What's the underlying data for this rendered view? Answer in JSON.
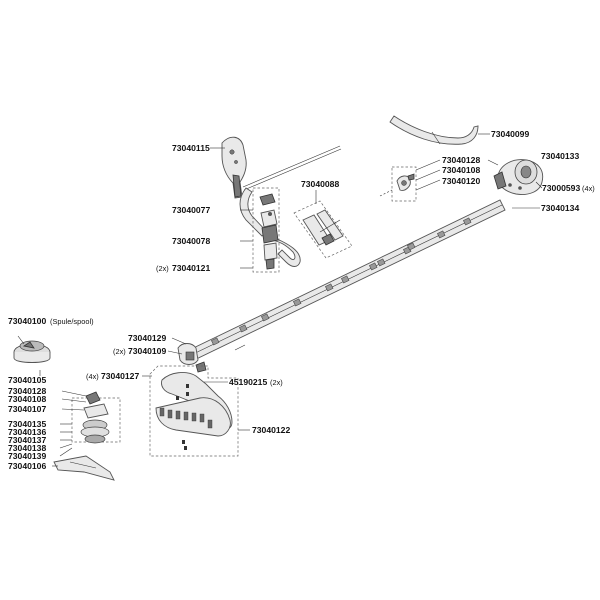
{
  "labels": {
    "p73040115": "73040115",
    "p73040099": "73040099",
    "p73040128a": "73040128",
    "p73040133": "73040133",
    "p73040108a": "73040108",
    "p73040120": "73040120",
    "p73000593": "73000593",
    "p73000593_qty": "(4x)",
    "p73040088": "73040088",
    "p73040077": "73040077",
    "p73040134": "73040134",
    "p73040078": "73040078",
    "p73040121_qty": "(2x)",
    "p73040121": "73040121",
    "p73040100": "73040100",
    "p73040100_note": "(Spule/spool)",
    "p73040129": "73040129",
    "p73040109_qty": "(2x)",
    "p73040109": "73040109",
    "p73040105": "73040105",
    "p73040127_qty": "(4x)",
    "p73040127": "73040127",
    "p45190215": "45190215",
    "p45190215_qty": "(2x)",
    "p73040128b": "73040128",
    "p73040108b": "73040108",
    "p73040107": "73040107",
    "p73040122": "73040122",
    "p73040135": "73040135",
    "p73040136": "73040136",
    "p73040137": "73040137",
    "p73040138": "73040138",
    "p73040139": "73040139",
    "p73040106": "73040106"
  }
}
